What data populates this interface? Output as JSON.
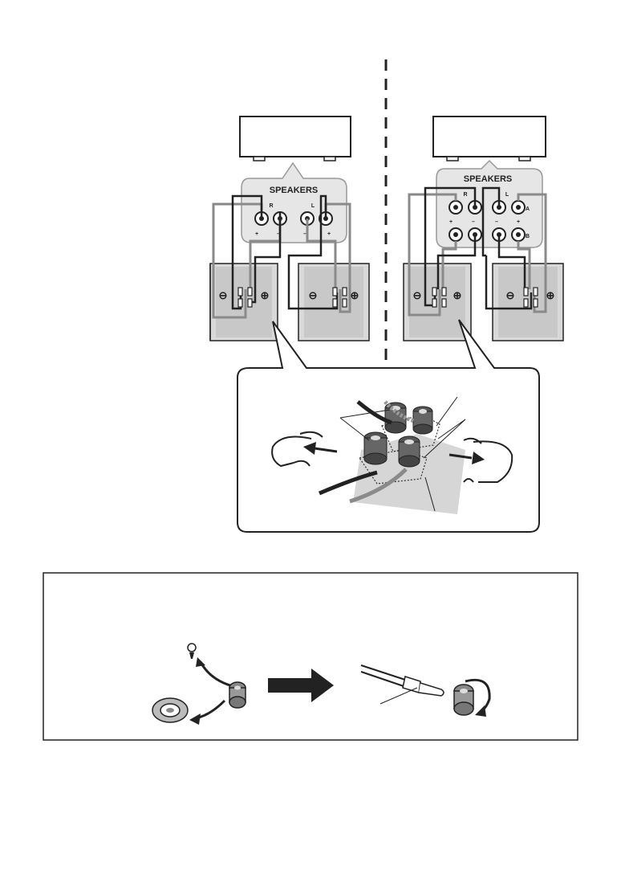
{
  "diagram": {
    "left_panel": {
      "amp_label": "SPEAKERS",
      "channels": [
        "R",
        "L"
      ],
      "polarity": [
        "+",
        "–",
        "–",
        "+"
      ]
    },
    "right_panel": {
      "amp_label": "SPEAKERS",
      "channels": [
        "R",
        "L"
      ],
      "outputs": [
        "A",
        "B"
      ],
      "polarity_top": [
        "+",
        "–",
        "–",
        "+"
      ]
    },
    "terminal_symbols": {
      "minus": "⊖",
      "plus": "⊕"
    }
  },
  "note_box": {
    "arrow": "right-arrow-icon"
  },
  "colors": {
    "line": "#222222",
    "grey_wire": "#8a8a8a",
    "panel": "#d9d9d9"
  }
}
